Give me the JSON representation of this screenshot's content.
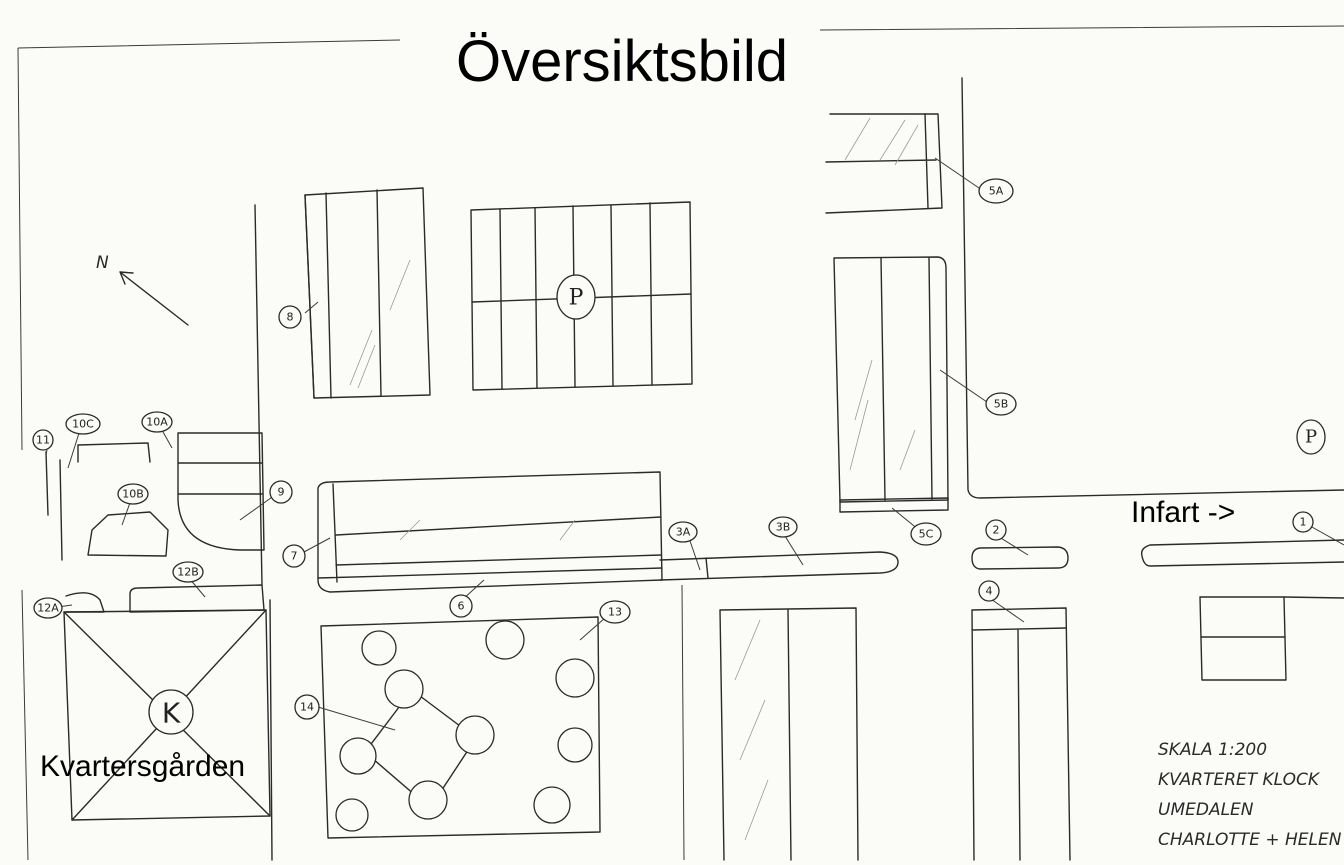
{
  "title": "Översiktsbild",
  "labels": {
    "entrance": "Infart ->",
    "courtyard": "Kvartersgården",
    "north": "N",
    "parking": "P",
    "courtyard_symbol": "K"
  },
  "markers": [
    "1",
    "2",
    "3A",
    "3B",
    "4",
    "5A",
    "5B",
    "5C",
    "6",
    "7",
    "8",
    "9",
    "10A",
    "10B",
    "10C",
    "11",
    "12A",
    "12B",
    "13",
    "14"
  ],
  "notes": {
    "scale": "SKALA 1:200",
    "block": "KVARTERET KLOCK",
    "area": "UMEDALEN",
    "authors": "CHARLOTTE + HELEN"
  }
}
